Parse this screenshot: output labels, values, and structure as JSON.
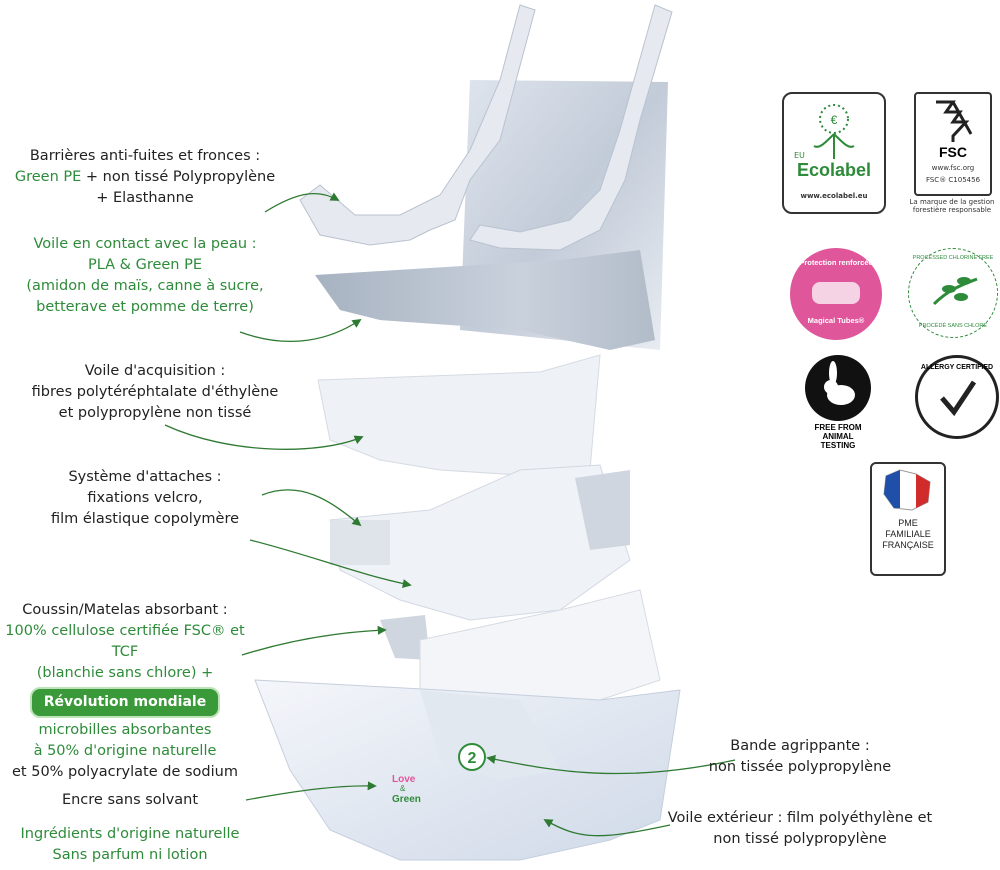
{
  "labels": {
    "barrier": {
      "line1": "Barrières anti-fuites et fronces :",
      "line2_green": "Green PE",
      "line2_rest": " + non tissé Polypropylène",
      "line3": "+ Elasthanne"
    },
    "veil_skin": {
      "line1": "Voile en contact avec la peau :",
      "line2": "PLA & Green PE",
      "line3": "(amidon de maïs, canne à sucre,",
      "line4": "betterave et pomme de terre)"
    },
    "acquisition": {
      "line1": "Voile d'acquisition :",
      "line2": "fibres polytéréphtalate d'éthylène",
      "line3": "et polypropylène non tissé"
    },
    "fastening": {
      "line1": "Système d'attaches :",
      "line2": "fixations velcro,",
      "line3": "film élastique copolymère"
    },
    "absorbent": {
      "line1": "Coussin/Matelas absorbant :",
      "line2": "100% cellulose certifiée FSC® et TCF",
      "line3": "(blanchie sans chlore) +",
      "badge": "Révolution mondiale",
      "line4": "microbilles absorbantes",
      "line5": "à 50% d'origine naturelle",
      "line6": "et 50% polyacrylate de sodium"
    },
    "ink": {
      "line1": "Encre sans solvant"
    },
    "natural": {
      "line1": "Ingrédients d'origine naturelle",
      "line2": "Sans parfum ni lotion"
    },
    "grip": {
      "line1": "Bande agrippante :",
      "line2": "non tissée polypropylène"
    },
    "outer": {
      "line1": "Voile extérieur : film polyéthylène et",
      "line2": "non tissé polypropylène"
    }
  },
  "badges": {
    "ecolabel": {
      "eu": "EU",
      "name": "Ecolabel",
      "url": "www.ecolabel.eu"
    },
    "fsc": {
      "name": "FSC",
      "url": "www.fsc.org",
      "code": "FSC® C105456",
      "caption": "La marque de la gestion forestière responsable"
    },
    "magical": {
      "top": "Protection renforcée",
      "bottom": "Magical Tubes®"
    },
    "chlorine": {
      "top": "PROCESSED CHLORINE FREE",
      "bottom": "PROCÉDÉ SANS CHLORE"
    },
    "animal": {
      "line1": "FREE FROM",
      "line2": "ANIMAL",
      "line3": "TESTING"
    },
    "allergy": {
      "text": "ALLERGY CERTIFIED"
    },
    "pme": {
      "line1": "PME",
      "line2": "FAMILIALE",
      "line3": "FRANÇAISE"
    }
  },
  "diaper": {
    "size_number": "2",
    "logo_line1": "Love",
    "logo_amp": "&",
    "logo_line2": "Green"
  },
  "colors": {
    "green": "#2e8b3a",
    "arrow": "#2f7a32",
    "pink": "#e0569a"
  }
}
